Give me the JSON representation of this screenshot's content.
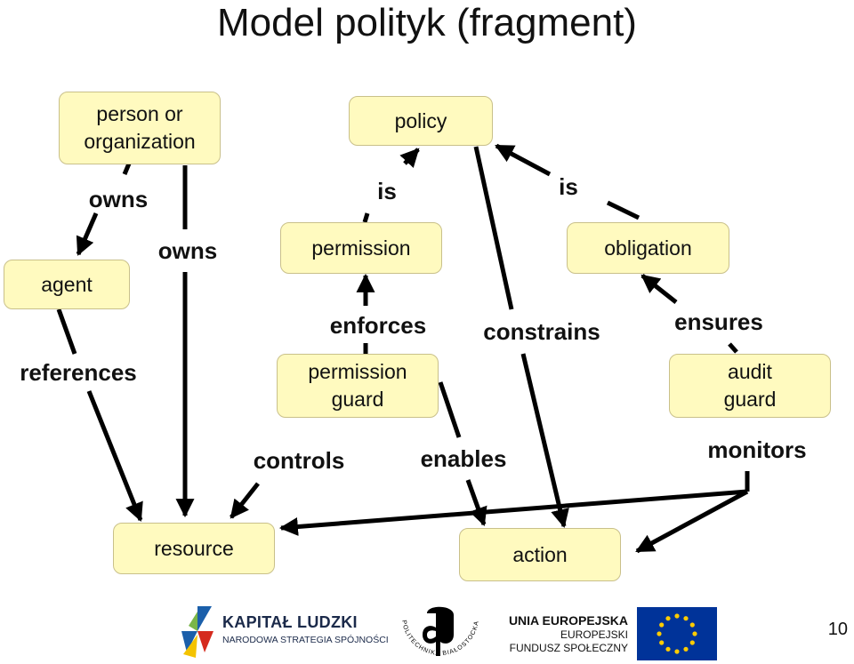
{
  "title": "Model polityk (fragment)",
  "colors": {
    "node_fill": "#fffabf",
    "node_border": "#c9c08a",
    "edge": "#000000",
    "eu_blue": "#003399",
    "eu_star": "#ffcc00"
  },
  "nodes": {
    "person_or_organization": "person or\norganization",
    "policy": "policy",
    "agent": "agent",
    "permission": "permission",
    "obligation": "obligation",
    "permission_guard": "permission\nguard",
    "audit_guard": "audit\nguard",
    "resource": "resource",
    "action": "action"
  },
  "edges": {
    "owns_agent": "owns",
    "owns_resource": "owns",
    "is_permission": "is",
    "is_obligation": "is",
    "references": "references",
    "enforces": "enforces",
    "constrains": "constrains",
    "ensures": "ensures",
    "controls": "controls",
    "enables": "enables",
    "monitors": "monitors"
  },
  "footer": {
    "kapital_ludzki_title": "KAPITAŁ LUDZKI",
    "kapital_ludzki_subtitle": "NARODOWA STRATEGIA SPÓJNOŚCI",
    "politechnika_logo_text": "POLITECHNIKA BIAŁOSTOCKA",
    "eu_title": "UNIA EUROPEJSKA",
    "eu_fund_line1": "EUROPEJSKI",
    "eu_fund_line2": "FUNDUSZ SPOŁECZNY",
    "eu_flag_icon": "eu-flag-icon"
  },
  "page_number": "10"
}
